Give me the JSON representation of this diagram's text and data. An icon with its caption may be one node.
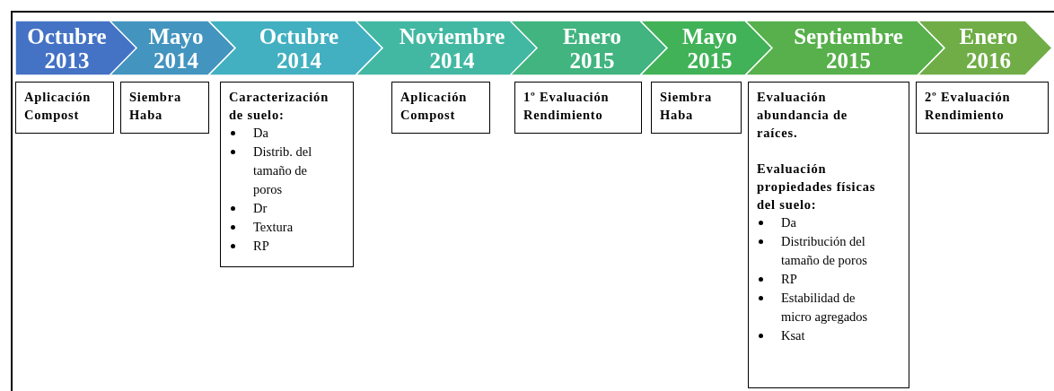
{
  "diagram": {
    "nodes": [
      {
        "text": [
          "Octubre 2013"
        ]
      },
      {
        "text": [
          "Mayo 2014"
        ]
      },
      {
        "text": [
          "Octubre 2014"
        ]
      },
      {
        "text": [
          "Noviembre 2014"
        ]
      },
      {
        "text": [
          "Enero 2015"
        ]
      },
      {
        "text": [
          "Mayo 2015"
        ]
      },
      {
        "text": [
          "Septiembre 2015"
        ]
      },
      {
        "text": [
          "Enero 2016"
        ]
      },
      {
        "text": [
          "Aplicación Compost"
        ]
      },
      {
        "text": [
          "Siembra Haba"
        ]
      },
      {
        "text": [
          "Caracterización de suelo:",
          "Da",
          "Distrib. del tamaño de poros",
          "Dr",
          "Textura",
          "RP"
        ]
      },
      {
        "text": [
          "Aplicación Compost"
        ]
      },
      {
        "text": [
          "1º Evaluación Rendimiento"
        ]
      },
      {
        "text": [
          "Siembra Haba"
        ]
      },
      {
        "text": [
          "Evaluación abundancia de raíces.",
          "Evaluación propiedades físicas del suelo:",
          "Da",
          "Distribución del tamaño de poros",
          "RP",
          "Estabilidad de micro agregados",
          "Ksat"
        ]
      },
      {
        "text": [
          "2º Evaluación Rendimiento"
        ]
      }
    ]
  }
}
